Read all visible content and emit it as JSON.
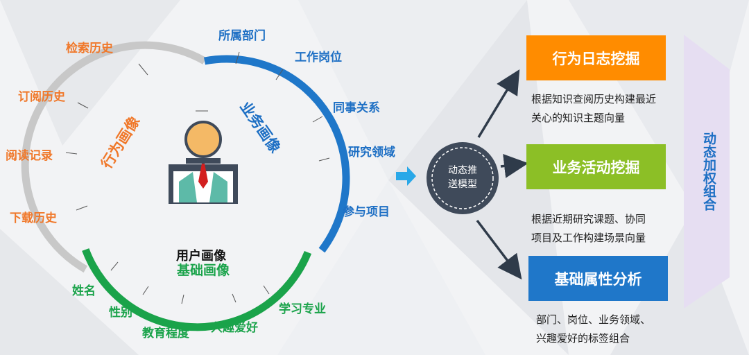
{
  "ring": {
    "behavior_title": "行为画像",
    "business_title": "业务画像",
    "user_title": "用户画像",
    "basic_title": "基础画像",
    "behavior_items": [
      "检索历史",
      "订阅历史",
      "阅读记录",
      "下载历史"
    ],
    "business_items": [
      "所属部门",
      "工作岗位",
      "同事关系",
      "研究领域",
      "参与项目"
    ],
    "basic_items": [
      "姓名",
      "性别",
      "教育程度",
      "兴趣爱好",
      "学习专业"
    ]
  },
  "model": {
    "line1": "动态推",
    "line2": "送模型"
  },
  "cards": [
    {
      "title": "行为日志挖掘",
      "color": "#ff8c00",
      "desc": [
        "根据知识查阅历史构建最近",
        "关心的知识主题向量"
      ]
    },
    {
      "title": "业务活动挖掘",
      "color": "#8cbf26",
      "desc": [
        "根据近期研究课题、协同",
        "项目及工作构建场景向量"
      ]
    },
    {
      "title": "基础属性分析",
      "color": "#1f77c9",
      "desc": [
        "部门、岗位、业务领域、",
        "兴趣爱好的标签组合"
      ]
    }
  ],
  "combine": {
    "text": "动态加权组合",
    "color": "#e6def2",
    "text_color": "#1d6fc4"
  },
  "colors": {
    "gray_ring": "#c8c8c8",
    "blue_ring": "#1f77c9",
    "green_ring": "#1aa34a",
    "dark_circle": "#3f4a5a"
  }
}
